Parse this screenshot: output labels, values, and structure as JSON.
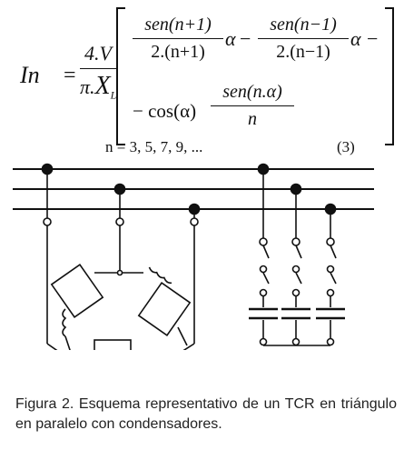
{
  "equation": {
    "lhs": "In",
    "equals": "=",
    "coef_num": "4.V",
    "coef_den_pi": "π.",
    "coef_den_X": "X",
    "coef_den_sub": "L",
    "t1_num": "sen(n+1)",
    "t1_den": "2.(n+1)",
    "alpha": "α",
    "minus": "−",
    "t2_num": "sen(n−1)",
    "t2_den": "2.(n−1)",
    "cos_term": "− cos(α)",
    "t3_num": "sen(n.α)",
    "t3_den": "n",
    "n_values": "n = 3, 5, 7, 9, ...",
    "number": "(3)"
  },
  "caption": "Figura 2. Esquema representativo de un TCR en triángulo en paralelo con condensadores."
}
